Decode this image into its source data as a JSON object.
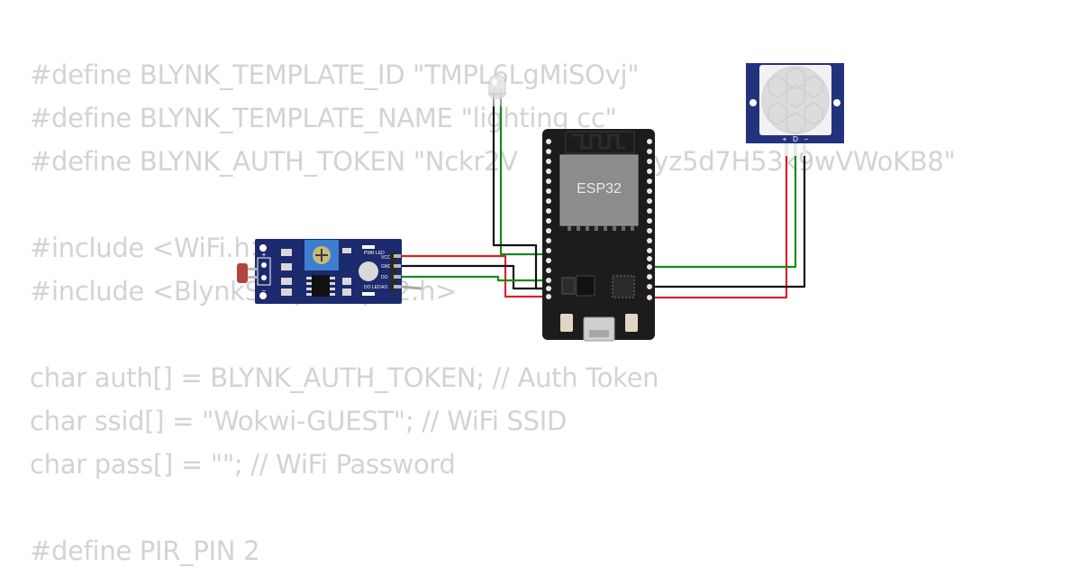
{
  "code": {
    "lines": [
      "#define BLYNK_TEMPLATE_ID \"TMPL6LgMiSOvj\"",
      "#define BLYNK_TEMPLATE_NAME \"lighting cc\"",
      "#define BLYNK_AUTH_TOKEN \"Nckr2V          rasAyz5d7H53k9wVWoKB8\"",
      "",
      "#include <WiFi.h>",
      "#include <BlynkSimpleEsp32.h>",
      "",
      "char auth[] = BLYNK_AUTH_TOKEN; // Auth Token",
      "char ssid[] = \"Wokwi-GUEST\"; // WiFi SSID",
      "char pass[] = \"\"; // WiFi Password",
      "",
      "#define PIR_PIN 2"
    ]
  },
  "components": {
    "esp32": {
      "label": "ESP32"
    },
    "ldr_module": {
      "pin_labels": [
        "VCC",
        "GND",
        "DO",
        "AO"
      ],
      "led_labels": [
        "PWR LED",
        "DO LED"
      ],
      "plus": "+",
      "minus": "−"
    },
    "pir_sensor": {
      "pin_labels": [
        "+",
        "D",
        "−"
      ]
    }
  },
  "colors": {
    "code_text": "#d3d3d3",
    "board": "#1c1c1c",
    "module_pcb": "#1c2a6e",
    "wire_red": "#d9232a",
    "wire_black": "#111111",
    "wire_green": "#178a1e",
    "pir_pcb": "#22327c"
  }
}
